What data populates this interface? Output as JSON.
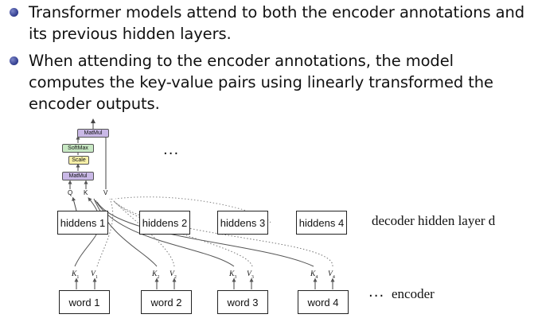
{
  "bullets": [
    {
      "text": "Transformer models attend to both the encoder annotations and its previous hidden layers."
    },
    {
      "text": "When attending to the encoder annotations, the model computes the key-value pairs using linearly transformed the encoder outputs."
    }
  ],
  "attention_block": {
    "matmul_top": "MatMul",
    "softmax": "SoftMax",
    "scale": "Scale",
    "matmul_bottom": "MatMul",
    "q": "Q",
    "k": "K",
    "v": "V"
  },
  "ellipsis_top": "...",
  "hidden_layer": {
    "boxes": [
      "hiddens 1",
      "hiddens 2",
      "hiddens 3",
      "hiddens 4"
    ],
    "label": "decoder hidden layer d"
  },
  "kv_pairs": [
    {
      "k": "K",
      "k_sub": "1",
      "v": "V",
      "v_sub": "1"
    },
    {
      "k": "K",
      "k_sub": "2",
      "v": "V",
      "v_sub": "2"
    },
    {
      "k": "K",
      "k_sub": "3",
      "v": "V",
      "v_sub": "3"
    },
    {
      "k": "K",
      "k_sub": "4",
      "v": "V",
      "v_sub": "4"
    }
  ],
  "encoder": {
    "words": [
      "word 1",
      "word 2",
      "word 3",
      "word 4"
    ],
    "ellipsis": "...",
    "label": "encoder"
  }
}
